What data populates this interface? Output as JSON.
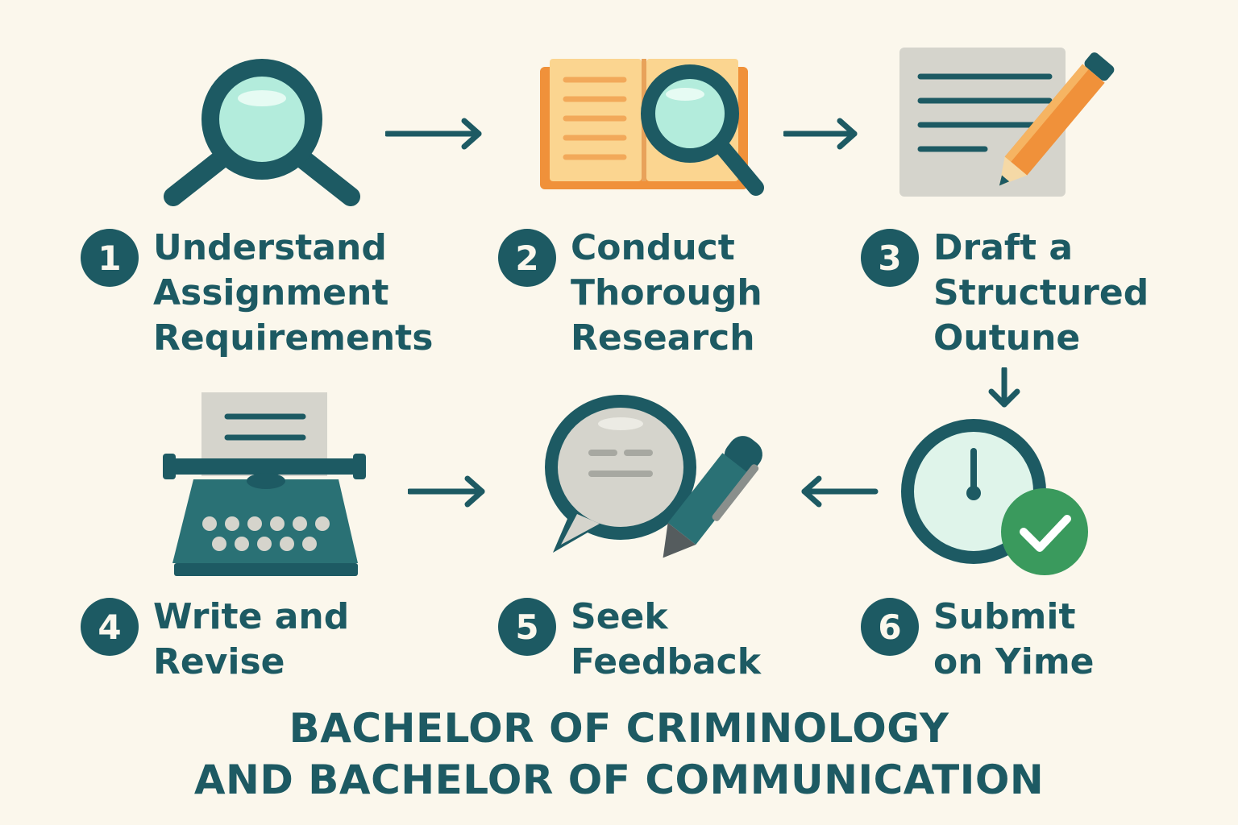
{
  "steps": [
    {
      "number": "1",
      "lines": [
        "Understand",
        "Assignment",
        "Requirements"
      ],
      "icon": "magnifying-glass-icon"
    },
    {
      "number": "2",
      "lines": [
        "Conduct",
        "Thorough",
        "Research"
      ],
      "icon": "book-magnifier-icon"
    },
    {
      "number": "3",
      "lines": [
        "Draft a",
        "Structured",
        "Outune"
      ],
      "icon": "document-pencil-icon"
    },
    {
      "number": "4",
      "lines": [
        "Write and",
        "Revise"
      ],
      "icon": "typewriter-icon"
    },
    {
      "number": "5",
      "lines": [
        "Seek",
        "Feedback"
      ],
      "icon": "speech-bubble-pen-icon"
    },
    {
      "number": "6",
      "lines": [
        "Submit",
        "on Yime"
      ],
      "icon": "clock-check-icon"
    }
  ],
  "footer": {
    "line1": "BACHELOR OF CRIMINOLOGY",
    "line2": "AND BACHELOR OF COMMUNICATION"
  },
  "colors": {
    "background": "#fbf7ec",
    "primary": "#1d5a63",
    "teal_light": "#b3ecdc",
    "orange": "#f0913a",
    "yellow": "#fbd590",
    "gray": "#d5d4cc",
    "green": "#3a9a5d"
  }
}
